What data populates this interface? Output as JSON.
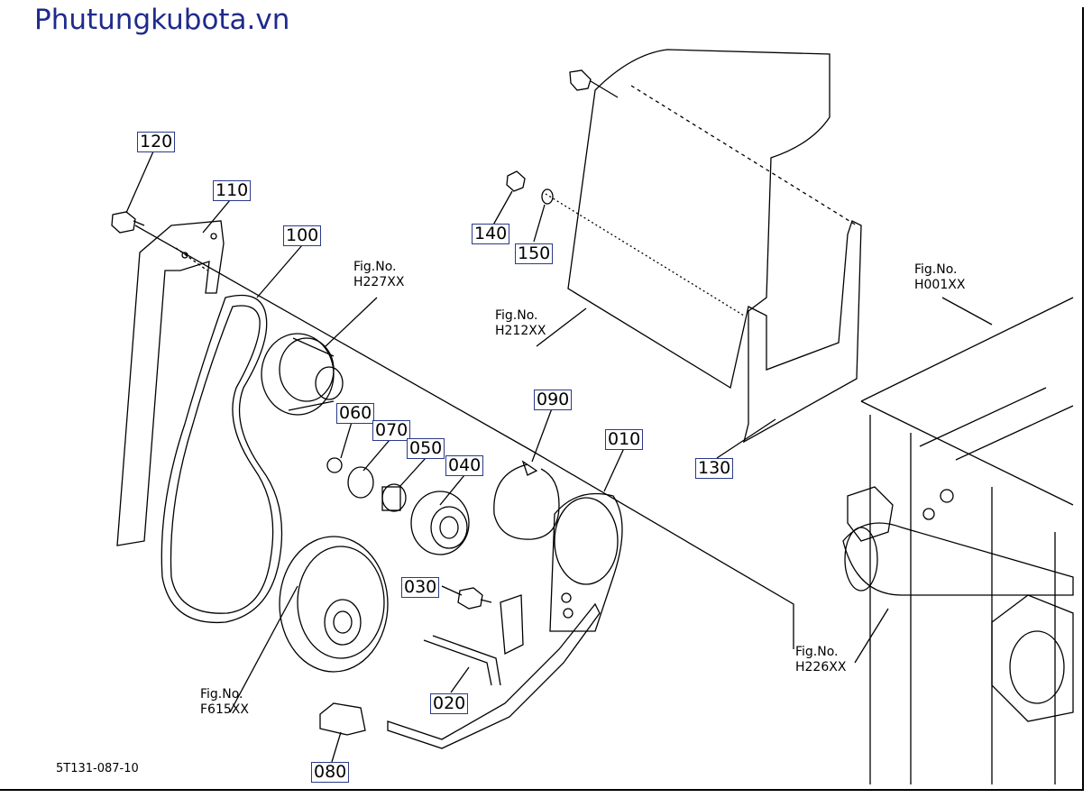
{
  "watermark": "Phutungkubota.vn",
  "diagram_code": "5T131-087-10",
  "parts": {
    "p010": "010",
    "p020": "020",
    "p030": "030",
    "p040": "040",
    "p050": "050",
    "p060": "060",
    "p070": "070",
    "p080": "080",
    "p090": "090",
    "p100": "100",
    "p110": "110",
    "p120": "120",
    "p130": "130",
    "p140": "140",
    "p150": "150"
  },
  "fig_refs": {
    "h227": {
      "label": "Fig.No.",
      "code": "H227XX"
    },
    "h212": {
      "label": "Fig.No.",
      "code": "H212XX"
    },
    "h001": {
      "label": "Fig.No.",
      "code": "H001XX"
    },
    "h226": {
      "label": "Fig.No.",
      "code": "H226XX"
    },
    "f615": {
      "label": "Fig.No.",
      "code": "F615XX"
    }
  }
}
